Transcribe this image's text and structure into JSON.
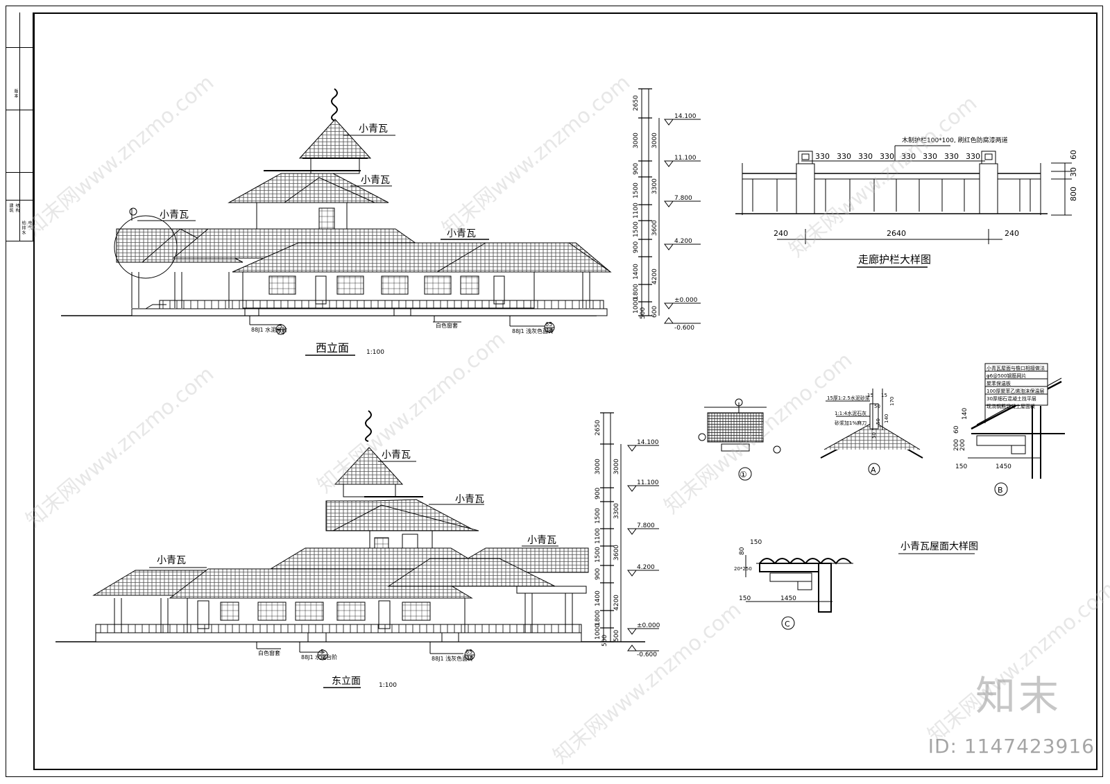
{
  "side_panel": {
    "labels": [
      "建筑",
      "结构",
      "给排水",
      "电气",
      "暖通"
    ],
    "note": "版本"
  },
  "west_elevation": {
    "title": "西立面",
    "scale": "1:100",
    "roof_labels": [
      "小青瓦",
      "小青瓦",
      "小青瓦",
      "小青瓦"
    ],
    "callouts": {
      "left": "88J1 水泥台阶",
      "left_ref_top": "5",
      "left_ref_bottom": "24",
      "middle": "白色窗套",
      "right": "88J1 浅灰色面砖",
      "right_ref_top": "65",
      "right_ref_bottom": "18"
    },
    "dims": [
      "2650",
      "3000",
      "900",
      "1500",
      "1100",
      "1500",
      "900",
      "1400",
      "1800",
      "1000",
      "500"
    ],
    "dims2": [
      "3000",
      "3300",
      "3600",
      "4200",
      "600"
    ],
    "levels": [
      "14.100",
      "11.100",
      "7.800",
      "4.200",
      "±0.000",
      "-0.600"
    ]
  },
  "east_elevation": {
    "title": "东立面",
    "scale": "1:100",
    "roof_labels": [
      "小青瓦",
      "小青瓦",
      "小青瓦",
      "小青瓦"
    ],
    "callouts": {
      "left": "白色窗套",
      "middle": "88J1 水泥台阶",
      "middle_ref_top": "5",
      "middle_ref_bottom": "24",
      "right": "88J1 浅灰色面砖",
      "right_ref_top": "65",
      "right_ref_bottom": "18"
    },
    "dims": [
      "2650",
      "3000",
      "900",
      "1500",
      "1100",
      "1500",
      "900",
      "1400",
      "1800",
      "1000",
      "500"
    ],
    "dims2": [
      "3000",
      "3300",
      "3600",
      "4200",
      "500"
    ],
    "levels": [
      "14.100",
      "11.100",
      "7.800",
      "4.200",
      "±0.000",
      "-0.600"
    ]
  },
  "railing_detail": {
    "title": "走廊护栏大样图",
    "note": "木制护栏100*100, 刷红色防腐漆两道",
    "spacing": [
      "330",
      "330",
      "330",
      "330",
      "330",
      "330",
      "330",
      "330"
    ],
    "bottom_dims": [
      "240",
      "2640",
      "240"
    ],
    "right_dims": [
      "60",
      "30",
      "800"
    ]
  },
  "roof_detail": {
    "title": "小青瓦屋面大样图",
    "markers": [
      "①",
      "A",
      "B",
      "C"
    ],
    "a_dims": [
      "15",
      "15",
      "170",
      "50",
      "140",
      "50",
      "50"
    ],
    "a_notes": [
      "15厚1:2.5水泥砂浆",
      "1:1:4水泥石灰",
      "砂浆加1%麻刀"
    ],
    "b_notes": [
      "小青瓦屋面与檐口相接做法",
      "φ6@500钢筋网片",
      "聚苯保温板",
      "100厚聚苯乙烯泡沫保温层",
      "30厚细石混凝土找平层",
      "现浇钢筋混凝土屋面板"
    ],
    "b_dims": [
      "140",
      "60",
      "200",
      "200",
      "150",
      "1450"
    ],
    "c_dims": [
      "150",
      "80",
      "20*250",
      "150",
      "1450"
    ]
  },
  "watermark": {
    "site": "知末网www.znzmo.com",
    "brand": "知末",
    "id": "ID: 1147423916"
  }
}
